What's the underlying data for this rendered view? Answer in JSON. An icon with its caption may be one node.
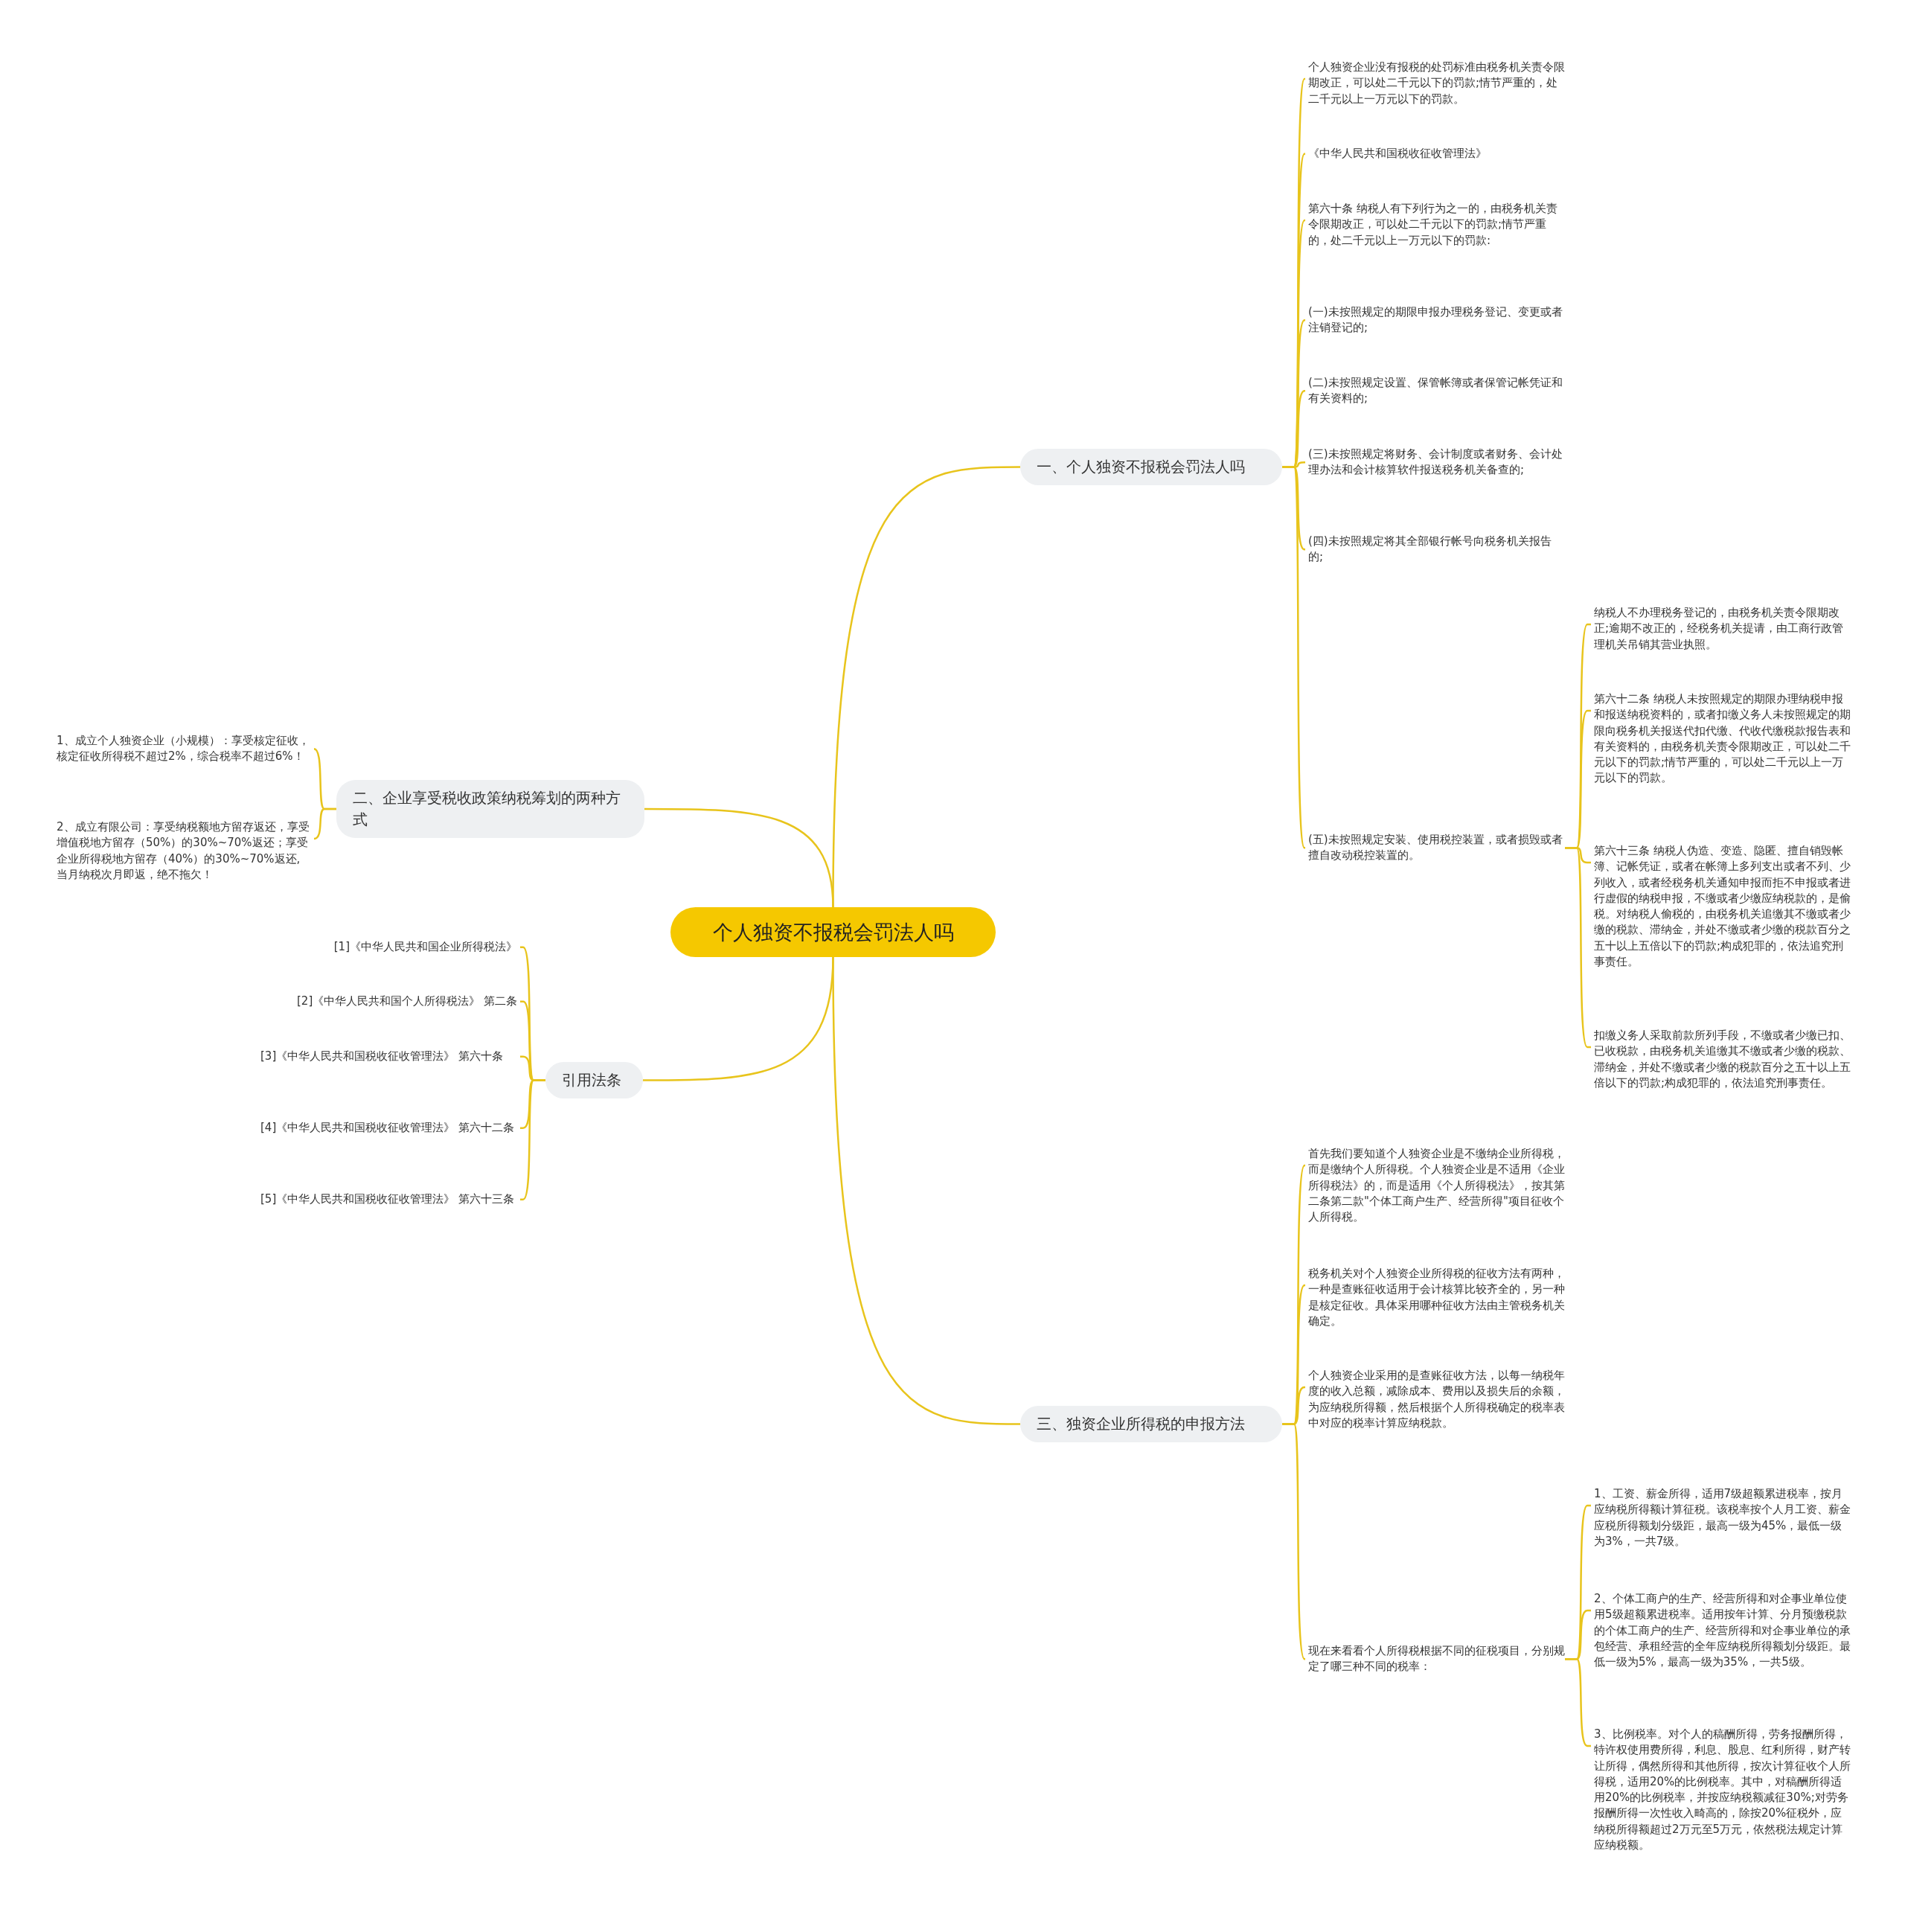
{
  "diagram": {
    "nodes": [
      {
        "text": [
          "个人独资不报税会罚法人吗"
        ]
      },
      {
        "text": [
          "一、个人独资不报税会罚法人吗"
        ]
      },
      {
        "text": [
          "个人独资企业没有报税的处罚标准由税务机关责令限期改正，可以处二千元以下的罚款;情节严重的，处二千元以上一万元以下的罚款。"
        ]
      },
      {
        "text": [
          "《中华人民共和国税收征收管理法》"
        ]
      },
      {
        "text": [
          "第六十条 纳税人有下列行为之一的，由税务机关责令限期改正，可以处二千元以下的罚款;情节严重的，处二千元以上一万元以下的罚款:"
        ]
      },
      {
        "text": [
          "(一)未按照规定的期限申报办理税务登记、变更或者注销登记的;"
        ]
      },
      {
        "text": [
          "(二)未按照规定设置、保管帐簿或者保管记帐凭证和有关资料的;"
        ]
      },
      {
        "text": [
          "(三)未按照规定将财务、会计制度或者财务、会计处理办法和会计核算软件报送税务机关备查的;"
        ]
      },
      {
        "text": [
          "(四)未按照规定将其全部银行帐号向税务机关报告的;"
        ]
      },
      {
        "text": [
          "(五)未按照规定安装、使用税控装置，或者损毁或者擅自改动税控装置的。"
        ]
      },
      {
        "text": [
          "纳税人不办理税务登记的，由税务机关责令限期改正;逾期不改正的，经税务机关提请，由工商行政管理机关吊销其营业执照。"
        ]
      },
      {
        "text": [
          "第六十二条 纳税人未按照规定的期限办理纳税申报和报送纳税资料的，或者扣缴义务人未按照规定的期限向税务机关报送代扣代缴、代收代缴税款报告表和有关资料的，由税务机关责令限期改正，可以处二千元以下的罚款;情节严重的，可以处二千元以上一万元以下的罚款。"
        ]
      },
      {
        "text": [
          "第六十三条 纳税人伪造、变造、隐匿、擅自销毁帐簿、记帐凭证，或者在帐簿上多列支出或者不列、少列收入，或者经税务机关通知申报而拒不申报或者进行虚假的纳税申报，不缴或者少缴应纳税款的，是偷税。对纳税人偷税的，由税务机关追缴其不缴或者少缴的税款、滞纳金，并处不缴或者少缴的税款百分之五十以上五倍以下的罚款;构成犯罪的，依法追究刑事责任。"
        ]
      },
      {
        "text": [
          "扣缴义务人采取前款所列手段，不缴或者少缴已扣、已收税款，由税务机关追缴其不缴或者少缴的税款、滞纳金，并处不缴或者少缴的税款百分之五十以上五倍以下的罚款;构成犯罪的，依法追究刑事责任。"
        ]
      },
      {
        "text": [
          "二、企业享受税收政策纳税筹划的两种方式"
        ]
      },
      {
        "text": [
          "1、成立个人独资企业（小规模）：享受核定征收，核定征收所得税不超过2%，综合税率不超过6%！"
        ]
      },
      {
        "text": [
          "2、成立有限公司：享受纳税额地方留存返还，享受增值税地方留存（50%）的30%~70%返还；享受企业所得税地方留存（40%）的30%~70%返还,当月纳税次月即返，绝不拖欠！"
        ]
      },
      {
        "text": [
          "引用法条"
        ]
      },
      {
        "text": [
          "[1]《中华人民共和国企业所得税法》"
        ]
      },
      {
        "text": [
          "[2]《中华人民共和国个人所得税法》 第二条"
        ]
      },
      {
        "text": [
          "[3]《中华人民共和国税收征收管理法》 第六十条"
        ]
      },
      {
        "text": [
          "[4]《中华人民共和国税收征收管理法》 第六十二条"
        ]
      },
      {
        "text": [
          "[5]《中华人民共和国税收征收管理法》 第六十三条"
        ]
      },
      {
        "text": [
          "三、独资企业所得税的申报方法"
        ]
      },
      {
        "text": [
          "首先我们要知道个人独资企业是不缴纳企业所得税，而是缴纳个人所得税。个人独资企业是不适用《企业所得税法》的，而是适用《个人所得税法》，按其第二条第二款\"个体工商户生产、经营所得\"项目征收个人所得税。"
        ]
      },
      {
        "text": [
          "税务机关对个人独资企业所得税的征收方法有两种，一种是查账征收适用于会计核算比较齐全的，另一种是核定征收。具体采用哪种征收方法由主管税务机关确定。"
        ]
      },
      {
        "text": [
          "个人独资企业采用的是查账征收方法，以每一纳税年度的收入总额，减除成本、费用以及损失后的余额，为应纳税所得额，然后根据个人所得税确定的税率表中对应的税率计算应纳税款。"
        ]
      },
      {
        "text": [
          "现在来看看个人所得税根据不同的征税项目，分别规定了哪三种不同的税率："
        ]
      },
      {
        "text": [
          "1、工资、薪金所得，适用7级超额累进税率，按月应纳税所得额计算征税。该税率按个人月工资、薪金应税所得额划分级距，最高一级为45%，最低一级为3%，一共7级。"
        ]
      },
      {
        "text": [
          "2、个体工商户的生产、经营所得和对企事业单位使用5级超额累进税率。适用按年计算、分月预缴税款的个体工商户的生产、经营所得和对企事业单位的承包经营、承租经营的全年应纳税所得额划分级距。最低一级为5%，最高一级为35%，一共5级。"
        ]
      },
      {
        "text": [
          "3、比例税率。对个人的稿酬所得，劳务报酬所得，特许权使用费所得，利息、股息、红利所得，财产转让所得，偶然所得和其他所得，按次计算征收个人所得税，适用20%的比例税率。其中，对稿酬所得适用20%的比例税率，并按应纳税额减征30%;对劳务报酬所得一次性收入畸高的，除按20%征税外，应纳税所得额超过2万元至5万元，依然税法规定计算应纳税额。"
        ]
      }
    ],
    "edges": [
      {
        "from": 0,
        "to": 1,
        "arrow": "none"
      },
      {
        "from": 1,
        "to": 2,
        "arrow": "none"
      },
      {
        "from": 1,
        "to": 3,
        "arrow": "none"
      },
      {
        "from": 1,
        "to": 4,
        "arrow": "none"
      },
      {
        "from": 1,
        "to": 5,
        "arrow": "none"
      },
      {
        "from": 1,
        "to": 6,
        "arrow": "none"
      },
      {
        "from": 1,
        "to": 7,
        "arrow": "none"
      },
      {
        "from": 1,
        "to": 8,
        "arrow": "none"
      },
      {
        "from": 1,
        "to": 9,
        "arrow": "none"
      },
      {
        "from": 9,
        "to": 10,
        "arrow": "none"
      },
      {
        "from": 9,
        "to": 11,
        "arrow": "none"
      },
      {
        "from": 9,
        "to": 12,
        "arrow": "none"
      },
      {
        "from": 9,
        "to": 13,
        "arrow": "none"
      },
      {
        "from": 0,
        "to": 14,
        "arrow": "none"
      },
      {
        "from": 14,
        "to": 15,
        "arrow": "none"
      },
      {
        "from": 14,
        "to": 16,
        "arrow": "none"
      },
      {
        "from": 0,
        "to": 17,
        "arrow": "none"
      },
      {
        "from": 17,
        "to": 18,
        "arrow": "none"
      },
      {
        "from": 17,
        "to": 19,
        "arrow": "none"
      },
      {
        "from": 17,
        "to": 20,
        "arrow": "none"
      },
      {
        "from": 17,
        "to": 21,
        "arrow": "none"
      },
      {
        "from": 17,
        "to": 22,
        "arrow": "none"
      },
      {
        "from": 0,
        "to": 23,
        "arrow": "none"
      },
      {
        "from": 23,
        "to": 24,
        "arrow": "none"
      },
      {
        "from": 23,
        "to": 25,
        "arrow": "none"
      },
      {
        "from": 23,
        "to": 26,
        "arrow": "none"
      },
      {
        "from": 23,
        "to": 27,
        "arrow": "none"
      },
      {
        "from": 27,
        "to": 28,
        "arrow": "none"
      },
      {
        "from": 27,
        "to": 29,
        "arrow": "none"
      },
      {
        "from": 27,
        "to": 30,
        "arrow": "none"
      }
    ]
  }
}
